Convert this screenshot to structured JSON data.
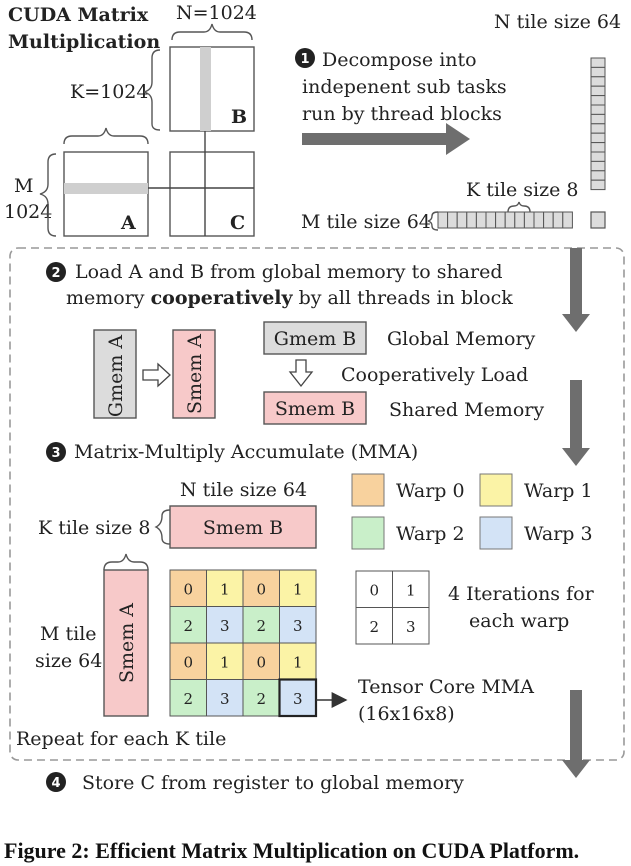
{
  "matrix": {
    "title_line1": "CUDA Matrix",
    "title_line2": "Multiplication",
    "n_label": "N=1024",
    "k_label": "K=1024",
    "m_label_line1": "M",
    "m_label_line2": "1024",
    "label_a": "A",
    "label_b": "B",
    "label_c": "C"
  },
  "step1": {
    "num": "1",
    "line1": "Decompose  into",
    "line2": "indepenent sub tasks",
    "line3": "run by thread blocks",
    "n_tile": "N tile size 64",
    "k_tile": "K tile size 8",
    "m_tile": "M tile size 64"
  },
  "step2": {
    "num": "2",
    "line1": "Load A and B from global memory to shared",
    "line2_pre": "memory ",
    "line2_bold": "cooperatively",
    "line2_post": " by all threads in block",
    "gmem_a": "Gmem A",
    "smem_a": "Smem A",
    "gmem_b": "Gmem B",
    "smem_b": "Smem B",
    "global_memory": "Global Memory",
    "coop_load": "Cooperatively Load",
    "shared_memory": "Shared Memory"
  },
  "step3": {
    "num": "3",
    "title": "Matrix-Multiply Accumulate (MMA)",
    "n_tile": "N tile size 64",
    "k_tile": "K tile size 8",
    "smem_b": "Smem B",
    "smem_a": "Smem A",
    "m_tile_line1": "M tile",
    "m_tile_line2": "size 64",
    "grid": [
      [
        "0",
        "1",
        "0",
        "1"
      ],
      [
        "2",
        "3",
        "2",
        "3"
      ],
      [
        "0",
        "1",
        "0",
        "1"
      ],
      [
        "2",
        "3",
        "2",
        "3"
      ]
    ],
    "warps": [
      {
        "label": "Warp 0",
        "color": "#f8d29e"
      },
      {
        "label": "Warp 1",
        "color": "#fbf3a6"
      },
      {
        "label": "Warp 2",
        "color": "#c9efc9"
      },
      {
        "label": "Warp 3",
        "color": "#d3e3f6"
      }
    ],
    "iter_grid": [
      [
        "0",
        "1"
      ],
      [
        "2",
        "3"
      ]
    ],
    "iter_line1": "4 Iterations for",
    "iter_line2": "each warp",
    "tensor_line1": "Tensor Core MMA",
    "tensor_line2": "(16x16x8)",
    "repeat": "Repeat for each K tile"
  },
  "step4": {
    "num": "4",
    "text": "Store C from register to global memory"
  },
  "caption": "Figure 2: Efficient Matrix Multiplication on CUDA Platform.",
  "colors": {
    "gray_fill": "#dcdcdc",
    "pink_fill": "#f7c9c9",
    "arrow_gray": "#6e6e6e",
    "num_circle": "#222222"
  }
}
